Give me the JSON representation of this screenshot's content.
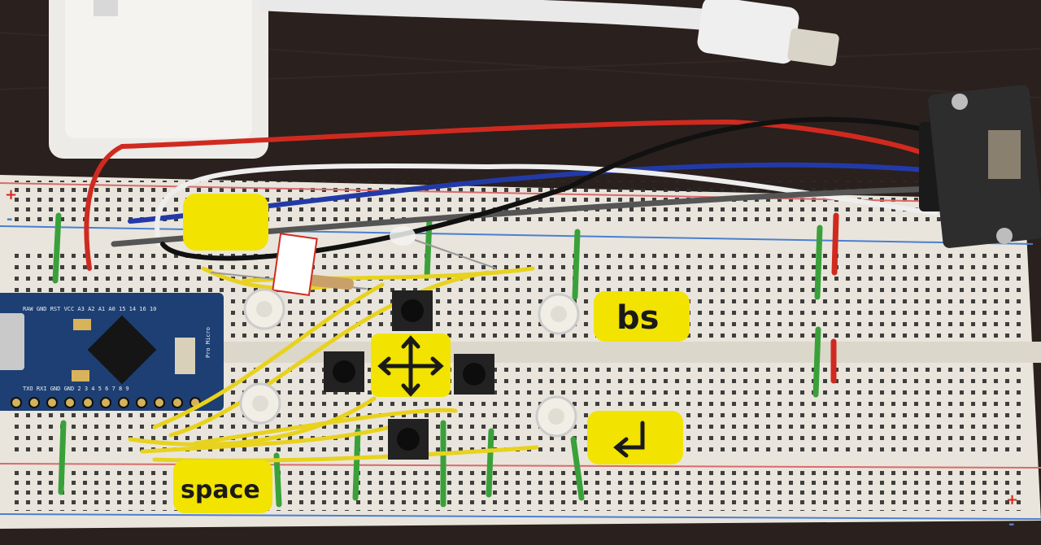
{
  "scene": {
    "photo_subject": "breadboard-game-controller",
    "colors": {
      "table": "#2a201d",
      "board": "#e9e5dc",
      "rail_red": "#d96b6b",
      "rail_blue": "#4a7fd1",
      "mcu_board": "#1d3f74",
      "label_yellow": "#f2e300",
      "wire_yellow": "#e8d21e",
      "wire_green": "#3aa13a",
      "wire_red": "#d02a20",
      "wire_blue": "#223aa8",
      "wire_white": "#eeeeee",
      "wire_black": "#111111",
      "wire_gray": "#555555"
    }
  },
  "labels": {
    "bs": "bs",
    "space": "space",
    "enter": "↵",
    "arrows": "✥"
  },
  "rails": {
    "plus": "+",
    "minus": "-"
  },
  "mcu": {
    "name": "Pro Micro",
    "top_pins": "RAW GND RST VCC A3 A2 A1 A0 15 14 16 10",
    "bottom_pins": "TXO RXI GND GND 2 3 4 5 6 7 8 9"
  },
  "icons": {
    "arrows": "four-way-arrow-icon",
    "enter": "enter-arrow-icon"
  }
}
